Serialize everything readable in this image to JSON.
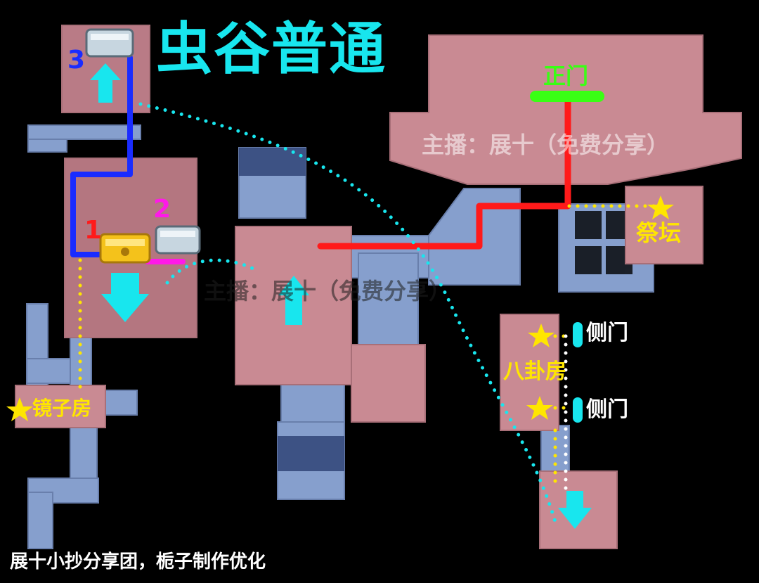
{
  "title": "虫谷普通",
  "footer": "展十小抄分享团，栀子制作优化",
  "watermark": "主播：展十（免费分享）",
  "labels": {
    "main_gate": "正门",
    "altar": "祭坛",
    "side_gate_top": "侧门",
    "side_gate_bottom": "侧门",
    "bagua_room": "八卦房",
    "mirror_room": "镜子房"
  },
  "route_numbers": {
    "step1": "1",
    "step2": "2",
    "step3": "3"
  },
  "colors": {
    "title": "#18e6ee",
    "route_red": "#ff1a1a",
    "route_blue": "#1a2cff",
    "route_magenta": "#ff19e8",
    "main_gate_bar": "#39ff14",
    "path_yellow": "#ffe600",
    "path_cyan": "#18e6ee",
    "arrow": "#18e6ee",
    "room_pink": "#c98a93",
    "corridor_blue": "#8ea8d8"
  },
  "icons": [
    "chest-gold-icon",
    "chest-silver-icon",
    "star-icon",
    "arrow-up-icon",
    "arrow-down-icon"
  ]
}
